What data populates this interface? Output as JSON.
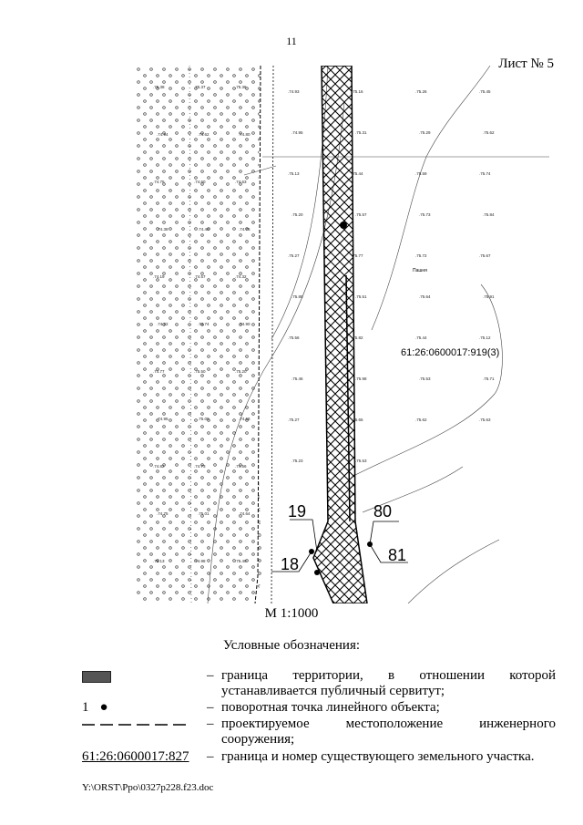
{
  "header": {
    "page_number": "11",
    "sheet_label": "Лист № 5"
  },
  "map": {
    "parcel_label": "61:26:0600017:919(3)",
    "field_label": "Пашня",
    "point_labels": [
      "19",
      "80",
      "18",
      "81"
    ],
    "elevations_left": [
      "75.38",
      "75.37",
      "75.36",
      "74.94",
      "74.62",
      "74.80",
      "74.75",
      "74.60",
      "74.63",
      "74.38",
      "74.40",
      "74.76",
      "74.19",
      "74.57",
      "74.32",
      "74.22",
      "74.74",
      "74.90",
      "74.77",
      "75.50",
      "75.20",
      "74.95",
      "75.09",
      "74.68",
      "74.82",
      "74.73",
      "74.56",
      "74.75",
      "75.01",
      "74.64",
      "75.13",
      "74.98",
      "75.49"
    ],
    "elevations_right": [
      "74.93",
      "75.16",
      "75.26",
      "75.45",
      "74.95",
      "75.31",
      "75.29",
      "75.62",
      "75.13",
      "75.44",
      "75.59",
      "75.74",
      "75.20",
      "75.57",
      "75.73",
      "75.84",
      "75.27",
      "75.77",
      "75.72",
      "75.67",
      "75.85",
      "75.51",
      "75.64",
      "75.91",
      "75.56",
      "75.82",
      "75.44",
      "75.12",
      "75.46",
      "75.98",
      "75.53",
      "75.71",
      "75.27",
      "75.65",
      "75.62",
      "75.63",
      "75.23",
      "75.53"
    ]
  },
  "scale": "М 1:1000",
  "legend": {
    "title": "Условные обозначения:",
    "items": [
      {
        "symbol": "",
        "dash": "–",
        "line1": "граница территории, в отношении которой",
        "line2": "устанавливается публичный сервитут;"
      },
      {
        "symbol": "1",
        "dash": "–",
        "line1": "поворотная точка линейного объекта;",
        "line2": ""
      },
      {
        "symbol": "",
        "dash": "–",
        "line1": "проектируемое местоположение инженерного",
        "line2": "сооружения;"
      },
      {
        "symbol": "61:26:0600017:827",
        "dash": "–",
        "line1": "граница и номер существующего земельного участка.",
        "line2": ""
      }
    ]
  },
  "footer": "Y:\\ORST\\Ppo\\0327p228.f23.doc"
}
